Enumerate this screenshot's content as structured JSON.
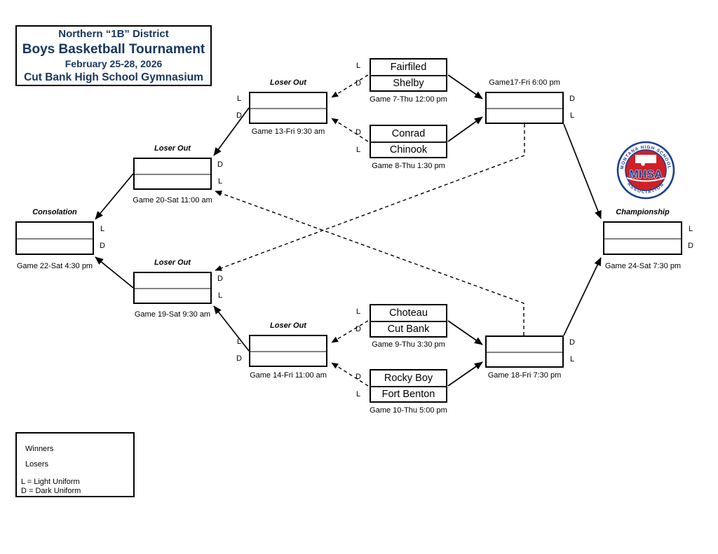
{
  "title": {
    "line1": "Northern “1B” District",
    "line2": "Boys Basketball Tournament",
    "line3": "February 25-28, 2026",
    "line4": "Cut Bank High School Gymnasium"
  },
  "colors": {
    "title_text": "#17365d",
    "logo_blue": "#1d3e94",
    "logo_red": "#cf2027",
    "line_color": "#000000",
    "game_divider": "#828282"
  },
  "logo": {
    "top_text": "MONTANA HIGH SCHOOL",
    "bottom_text": "ASSOCIATION",
    "center_text": "MHSA"
  },
  "legend": {
    "winners_label": "Winners",
    "losers_label": "Losers",
    "light_uniform": "L = Light Uniform",
    "dark_uniform": "D = Dark Uniform"
  },
  "games": {
    "game7": {
      "label": "Game 7-Thu 12:00 pm",
      "top_team": "Fairfiled",
      "bottom_team": "Shelby",
      "top_uniform": "L",
      "bottom_uniform": "D"
    },
    "game8": {
      "label": "Game 8-Thu 1:30 pm",
      "top_team": "Conrad",
      "bottom_team": "Chinook",
      "top_uniform": "D",
      "bottom_uniform": "L"
    },
    "game9": {
      "label": "Game 9-Thu 3:30 pm",
      "top_team": "Choteau",
      "bottom_team": "Cut Bank",
      "top_uniform": "L",
      "bottom_uniform": "D"
    },
    "game10": {
      "label": "Game 10-Thu 5:00 pm",
      "top_team": "Rocky Boy",
      "bottom_team": "Fort Benton",
      "top_uniform": "D",
      "bottom_uniform": "L"
    },
    "game13": {
      "label": "Game 13-Fri 9:30 am",
      "tag": "Loser Out",
      "top_uniform": "L",
      "bottom_uniform": "D"
    },
    "game14": {
      "label": "Game 14-Fri 11:00 am",
      "tag": "Loser Out",
      "top_uniform": "L",
      "bottom_uniform": "D"
    },
    "game17": {
      "label": "Game17-Fri 6:00 pm",
      "top_uniform": "D",
      "bottom_uniform": "L"
    },
    "game18": {
      "label": "Game 18-Fri 7:30 pm",
      "top_uniform": "D",
      "bottom_uniform": "L"
    },
    "game19": {
      "label": "Game 19-Sat 9:30 am",
      "tag": "Loser Out",
      "top_uniform": "D",
      "bottom_uniform": "L"
    },
    "game20": {
      "label": "Game 20-Sat 11:00 am",
      "tag": "Loser Out",
      "top_uniform": "D",
      "bottom_uniform": "L"
    },
    "game22": {
      "label": "Game 22-Sat 4:30 pm",
      "tag": "Consolation",
      "top_uniform": "L",
      "bottom_uniform": "D"
    },
    "game24": {
      "label": "Game 24-Sat 7:30 pm",
      "tag": "Championship",
      "top_uniform": "L",
      "bottom_uniform": "D"
    }
  }
}
